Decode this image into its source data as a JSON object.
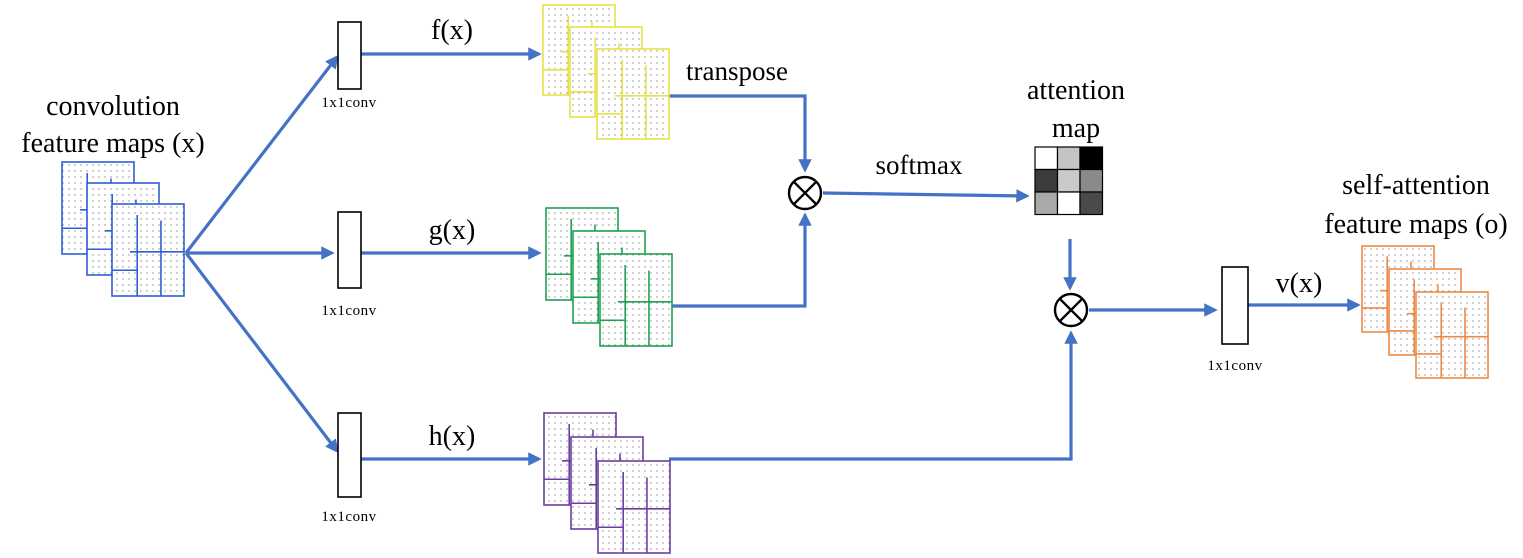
{
  "labels": {
    "input": [
      "convolution",
      "feature maps (x)"
    ],
    "f": "f(x)",
    "g": "g(x)",
    "h": "h(x)",
    "v": "v(x)",
    "transpose": "transpose",
    "softmax": "softmax",
    "attention": [
      "attention",
      "map"
    ],
    "output": [
      "self-attention",
      "feature maps (o)"
    ],
    "conv": "1x1conv"
  },
  "colors": {
    "arrow": "#4472C4",
    "input_maps": "#2E5FD6",
    "f_maps": "#E8E14A",
    "g_maps": "#1FA152",
    "h_maps": "#6A3FA0",
    "output_maps": "#ED8A45"
  },
  "attention_map": {
    "cells": [
      [
        "#ffffff",
        "#c4c4c4",
        "#000000"
      ],
      [
        "#3c3c3c",
        "#c9c9c9",
        "#8a8a8a"
      ],
      [
        "#a9a9a9",
        "#ffffff",
        "#4a4a4a"
      ]
    ]
  }
}
